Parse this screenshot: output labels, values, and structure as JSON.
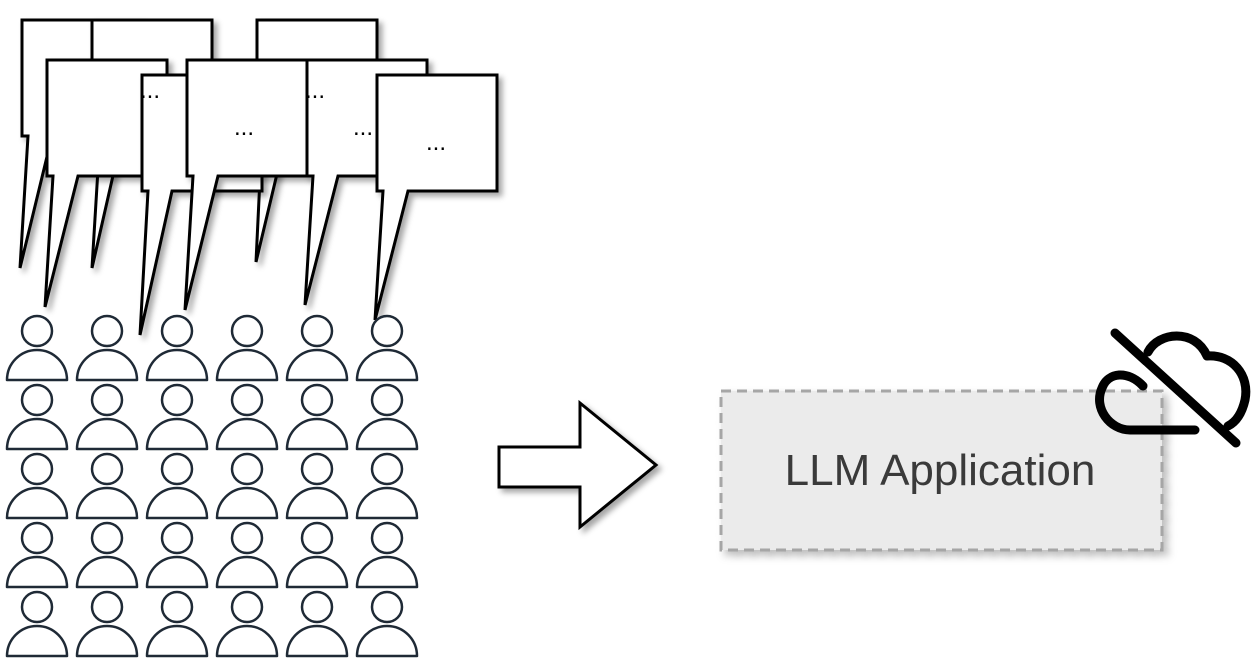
{
  "bubbles": [
    {
      "text": ""
    },
    {
      "text": "..."
    },
    {
      "text": ""
    },
    {
      "text": "..."
    },
    {
      "text": ""
    },
    {
      "text": "..."
    },
    {
      "text": "..."
    },
    {
      "text": "..."
    }
  ],
  "users": {
    "rows": 5,
    "columns": 6,
    "stroke_color": "#1f2a36"
  },
  "arrow": {
    "direction": "right"
  },
  "application": {
    "label": "LLM Application",
    "fill_color": "#ebebeb",
    "border_color": "#a6a6a6"
  },
  "offline_icon": {
    "icon": "cloud-off-icon",
    "color": "#000000"
  }
}
